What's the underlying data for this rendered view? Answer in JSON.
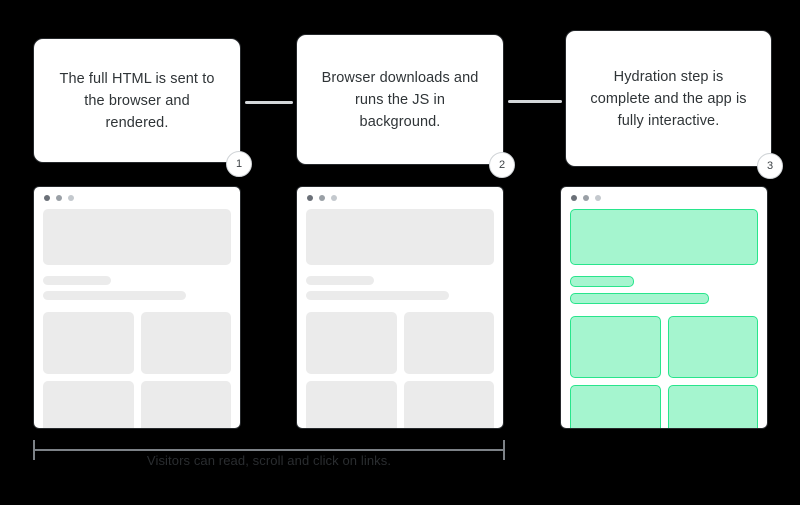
{
  "diagram": {
    "background_color": "#000000",
    "accent_green_fill": "#A5F5CF",
    "accent_green_stroke": "#28E58C",
    "skeleton_gray": "#EBEBEB",
    "card_border": "#25282B",
    "connector_color": "#D4D7DA"
  },
  "steps": [
    {
      "number": "1",
      "text": "The full HTML is sent to the browser and rendered.",
      "state": "gray"
    },
    {
      "number": "2",
      "text": "Browser downloads and runs the JS in background.",
      "state": "gray"
    },
    {
      "number": "3",
      "text": "Hydration step is complete and the app is fully interactive.",
      "state": "green"
    }
  ],
  "browser_mockups": [
    {
      "window_dots": [
        "close-dot",
        "minimize-dot",
        "maximize-dot"
      ],
      "blocks": [
        "hero",
        "heading-line",
        "subheading-line",
        "tile",
        "tile",
        "tile",
        "tile"
      ]
    },
    {
      "window_dots": [
        "close-dot",
        "minimize-dot",
        "maximize-dot"
      ],
      "blocks": [
        "hero",
        "heading-line",
        "subheading-line",
        "tile",
        "tile",
        "tile",
        "tile"
      ]
    },
    {
      "window_dots": [
        "close-dot",
        "minimize-dot",
        "maximize-dot"
      ],
      "blocks": [
        "hero",
        "heading-line",
        "subheading-line",
        "tile",
        "tile",
        "tile",
        "tile"
      ]
    }
  ],
  "bracket": {
    "caption": "Visitors can read, scroll and click on links."
  }
}
